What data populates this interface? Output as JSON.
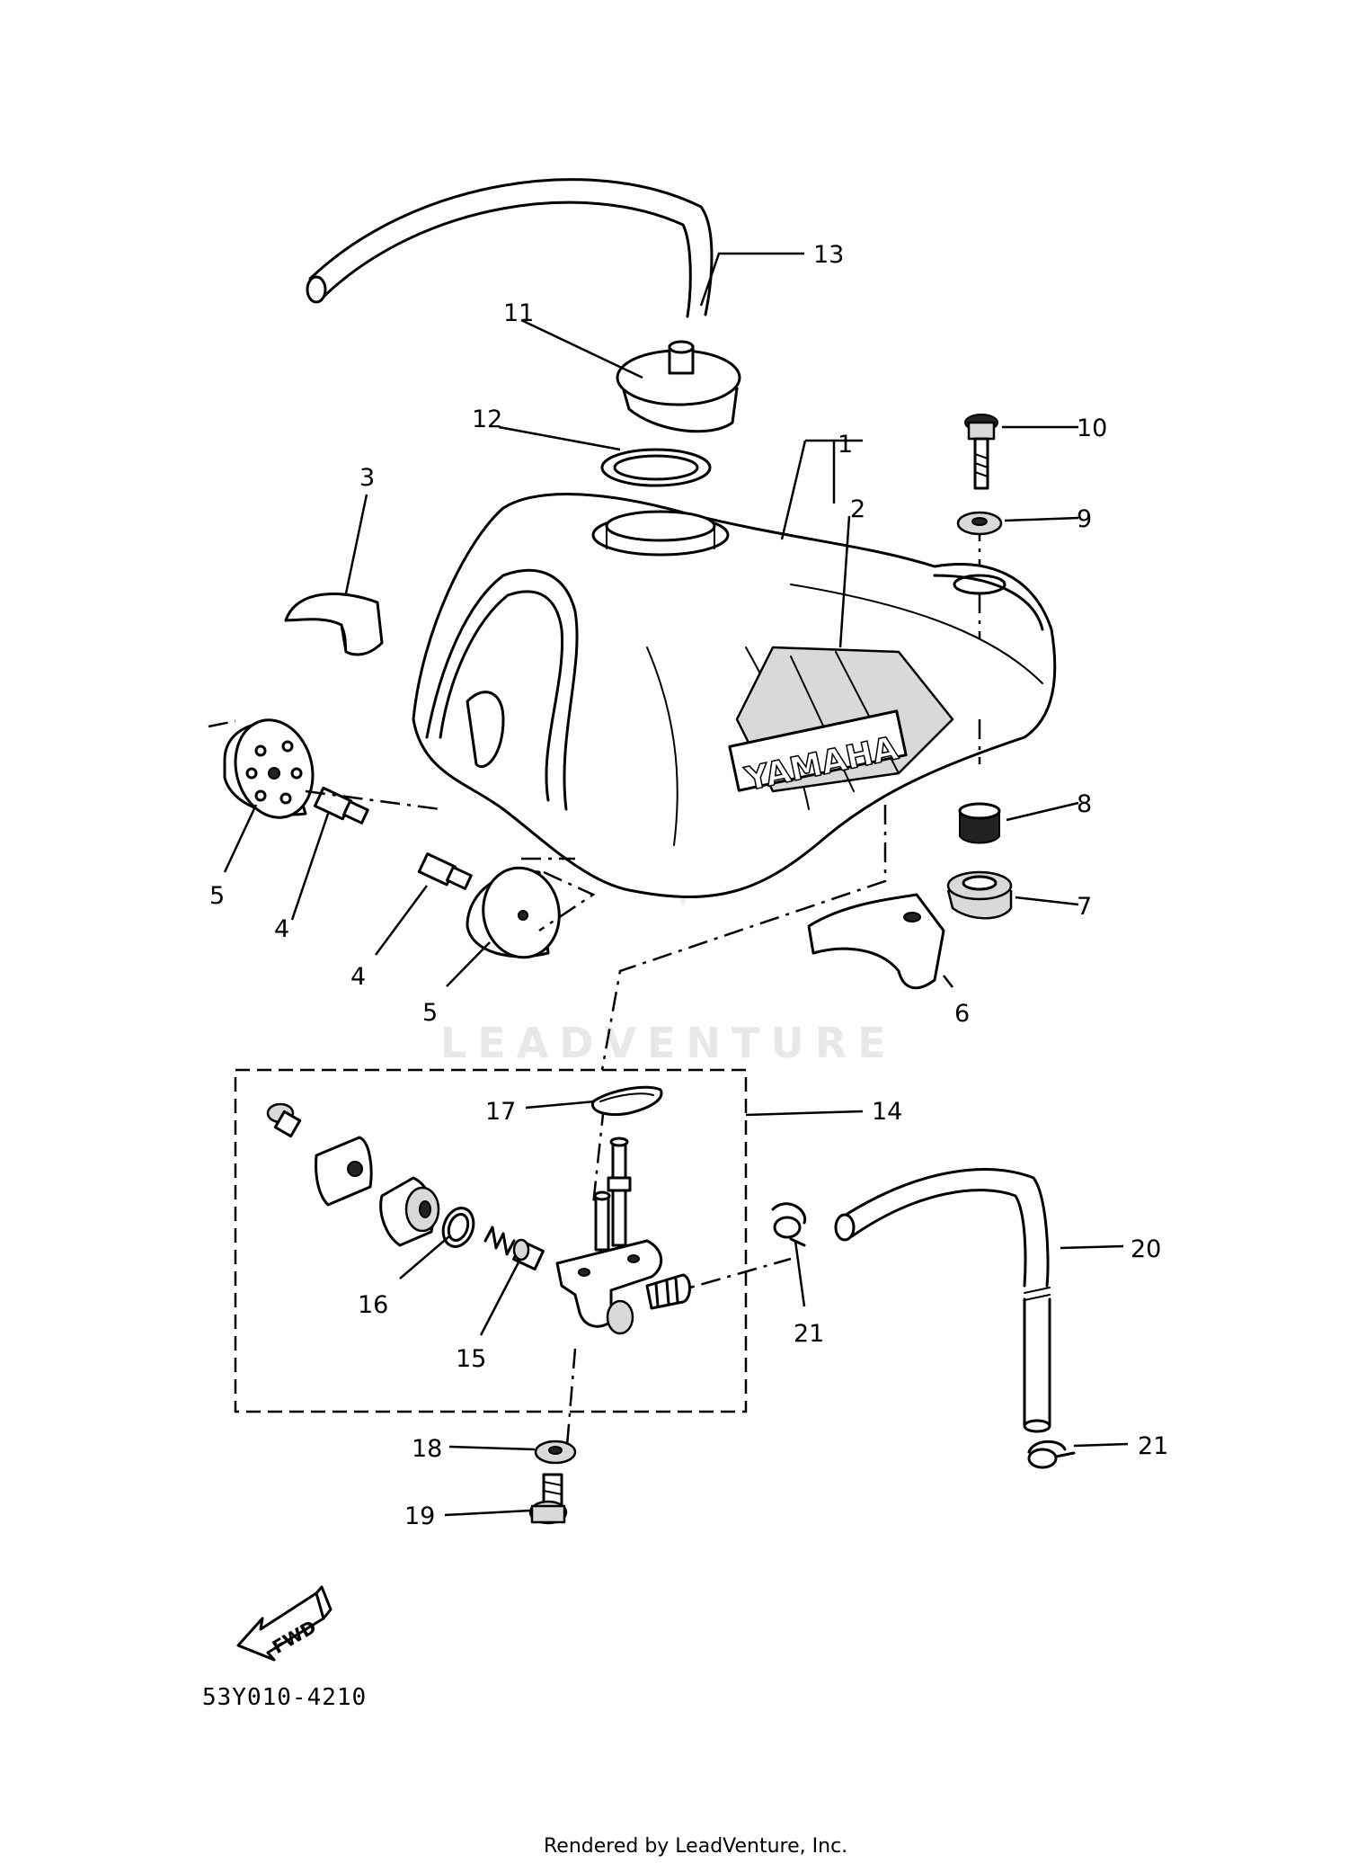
{
  "callouts": {
    "c1": "1",
    "c2": "2",
    "c3": "3",
    "c4a": "4",
    "c4b": "4",
    "c5a": "5",
    "c5b": "5",
    "c6": "6",
    "c7": "7",
    "c8": "8",
    "c9": "9",
    "c10": "10",
    "c11": "11",
    "c12": "12",
    "c13": "13",
    "c14": "14",
    "c15": "15",
    "c16": "16",
    "c17": "17",
    "c18": "18",
    "c19": "19",
    "c20": "20",
    "c21a": "21",
    "c21b": "21"
  },
  "tank_brand": "YAMAHA",
  "fwd_label": "FWD",
  "diagram_code": "53Y010-4210",
  "watermark": "LEADVENTURE",
  "credit": "Rendered by LeadVenture, Inc."
}
